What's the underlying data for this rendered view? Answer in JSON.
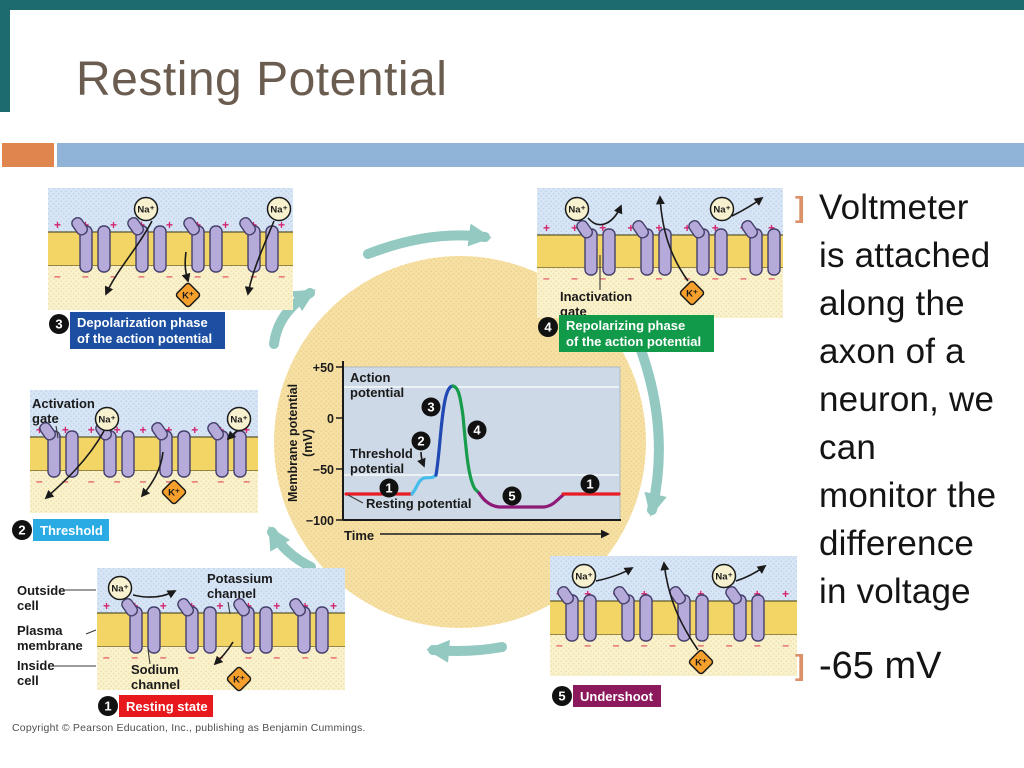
{
  "frame": {
    "accent_color": "#1d6b6e"
  },
  "title": {
    "text": "Resting Potential",
    "color": "#6b5c50"
  },
  "underline": {
    "orange": "#df854e",
    "blue": "#8fb4d8"
  },
  "notes": {
    "bullet_glyph": "]",
    "main_text": "Voltmeter\nis attached\nalong the\naxon of a\nneuron, we\ncan\nmonitor the\ndifference\nin voltage",
    "value_text": "-65 mV"
  },
  "figure": {
    "copyright": "Copyright © Pearson Education, Inc., publishing as Benjamin Cummings.",
    "ions": {
      "na": "Na⁺",
      "k": "K⁺"
    },
    "decor": {
      "plus_row": "+ + + + + + + + +",
      "minus_row": "– – – – – – – – –"
    },
    "steps": [
      {
        "num": "1",
        "label": "Resting state",
        "color": "#e8191d"
      },
      {
        "num": "2",
        "label": "Threshold",
        "color": "#2aabe3"
      },
      {
        "num": "3",
        "label": "Depolarization phase",
        "label2": "of the action potential",
        "color": "#1c4fa1"
      },
      {
        "num": "4",
        "label": "Repolarizing phase",
        "label2": "of the action potential",
        "color": "#119a49"
      },
      {
        "num": "5",
        "label": "Undershoot",
        "color": "#8c195c"
      }
    ],
    "annotations": {
      "activation": {
        "l1": "Activation",
        "l2": "gate"
      },
      "inactivation": {
        "l1": "Inactivation",
        "l2": "gate"
      },
      "outside": {
        "l1": "Outside",
        "l2": "cell"
      },
      "plasma": {
        "l1": "Plasma",
        "l2": "membrane"
      },
      "inside": {
        "l1": "Inside",
        "l2": "cell"
      },
      "potassium": {
        "l1": "Potassium",
        "l2": "channel"
      },
      "sodium": {
        "l1": "Sodium",
        "l2": "channel"
      }
    },
    "graph": {
      "ylabel1": "Membrane potential",
      "ylabel2": "(mV)",
      "xlabel": "Time",
      "ticks": [
        "+50",
        "0",
        "−50",
        "−100"
      ],
      "action1": "Action",
      "action2": "potential",
      "threshold1": "Threshold",
      "threshold2": "potential",
      "resting": "Resting potential"
    }
  },
  "chart_data": {
    "type": "line",
    "xlabel": "Time",
    "ylabel": "Membrane potential (mV)",
    "ylim": [
      -100,
      50
    ],
    "yticks": [
      50,
      0,
      -50,
      -100
    ],
    "legend_position": "none",
    "series": [
      {
        "name": "Membrane potential",
        "segments": [
          {
            "phase": "1 Resting state",
            "color": "#e81c25",
            "approx_mV": [
              -70,
              -70
            ]
          },
          {
            "phase": "2 Threshold",
            "color": "#45bdec",
            "approx_mV": [
              -70,
              -55
            ]
          },
          {
            "phase": "3 Depolarization phase",
            "color": "#2049b4",
            "approx_mV": [
              -55,
              35
            ]
          },
          {
            "phase": "4 Repolarizing phase",
            "color": "#179c4b",
            "approx_mV": [
              35,
              -75
            ]
          },
          {
            "phase": "5 Undershoot",
            "color": "#8e1a77",
            "approx_mV": [
              -75,
              -88
            ]
          },
          {
            "phase": "1 Return to resting",
            "color": "#e81c25",
            "approx_mV": [
              -70,
              -70
            ]
          }
        ]
      }
    ],
    "annotations": [
      "Action potential",
      "Threshold potential",
      "Resting potential"
    ]
  }
}
